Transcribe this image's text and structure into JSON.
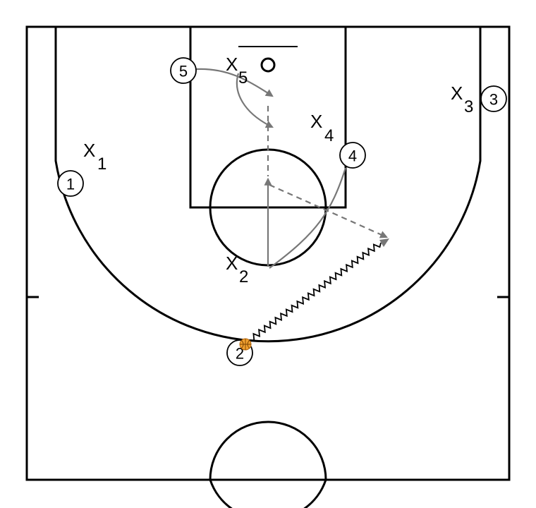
{
  "colors": {
    "court_lines": "#000000",
    "movement": "#777777",
    "ball": "#f0a030",
    "background": "#ffffff"
  },
  "offense": [
    {
      "label": "1"
    },
    {
      "label": "2"
    },
    {
      "label": "3"
    },
    {
      "label": "4"
    },
    {
      "label": "5"
    }
  ],
  "defense": [
    {
      "mark": "X",
      "sub": "1"
    },
    {
      "mark": "X",
      "sub": "2"
    },
    {
      "mark": "X",
      "sub": "3"
    },
    {
      "mark": "X",
      "sub": "4"
    },
    {
      "mark": "X",
      "sub": "5"
    }
  ],
  "ball": {
    "icon": "basketball-icon",
    "holder": "2"
  },
  "actions": [
    {
      "type": "dribble",
      "player": "2"
    },
    {
      "type": "pass",
      "from": "2"
    },
    {
      "type": "cut",
      "player": "4"
    },
    {
      "type": "cut",
      "player": "5"
    },
    {
      "type": "screen",
      "player": "4"
    }
  ]
}
